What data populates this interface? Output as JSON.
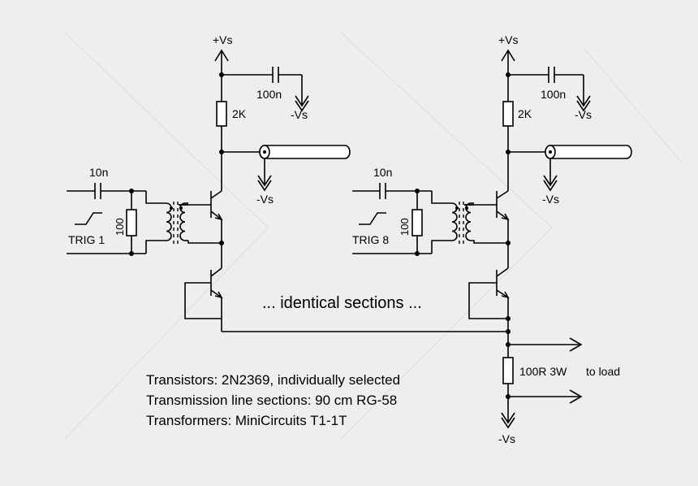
{
  "labels": {
    "supply_pos": "+Vs",
    "supply_neg": "-Vs",
    "cap_decouple": "100n",
    "resistor_collector": "2K",
    "cap_input": "10n",
    "resistor_input": "100",
    "trig_1": "TRIG 1",
    "trig_8": "TRIG 8",
    "identical_sections": "... identical sections ...",
    "resistor_load": "100R 3W",
    "to_load": "to load"
  },
  "notes": [
    "Transistors: 2N2369, individually selected",
    "Transmission line sections: 90 cm RG-58",
    "Transformers: MiniCircuits T1-1T"
  ]
}
